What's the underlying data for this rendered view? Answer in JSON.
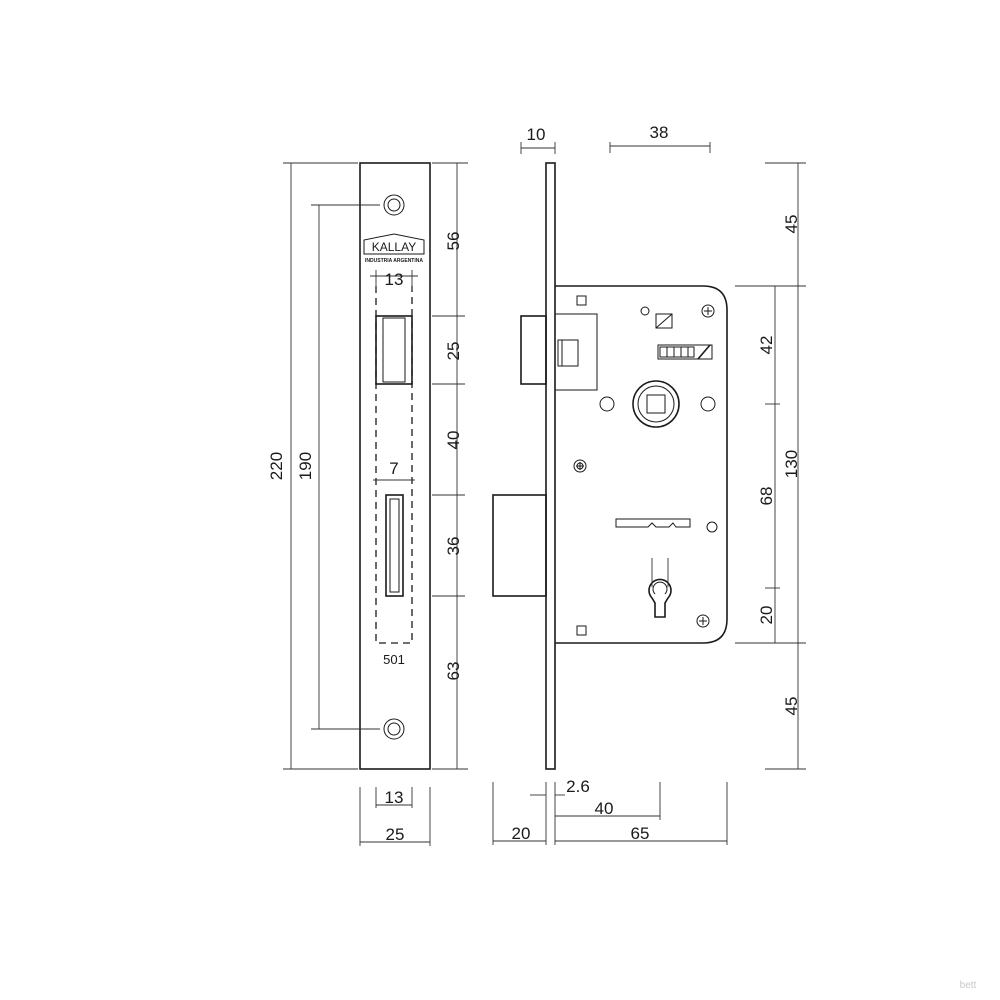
{
  "brand": {
    "logo": "KALLAY",
    "subtitle": "INDUSTRIA ARGENTINA"
  },
  "model": "501",
  "front_view": {
    "dims": {
      "overall_height": "220",
      "screw_spacing": "190",
      "top_to_latch": "56",
      "latch_height": "25",
      "latch_to_bolt": "40",
      "bolt_height": "36",
      "bottom": "63",
      "latch_width": "13",
      "bolt_width": "7",
      "inner_width": "13",
      "faceplate_width": "25"
    }
  },
  "side_view": {
    "dims": {
      "faceplate_thickness": "10",
      "backset_top": "38",
      "top_margin": "45",
      "spindle_offset": "42",
      "body_height": "130",
      "spindle_to_key": "68",
      "key_to_bottom": "20",
      "bottom_margin": "45",
      "plate": "2.6",
      "backset": "40",
      "bolt_projection": "20",
      "body_depth": "65"
    }
  },
  "watermark": "bett"
}
